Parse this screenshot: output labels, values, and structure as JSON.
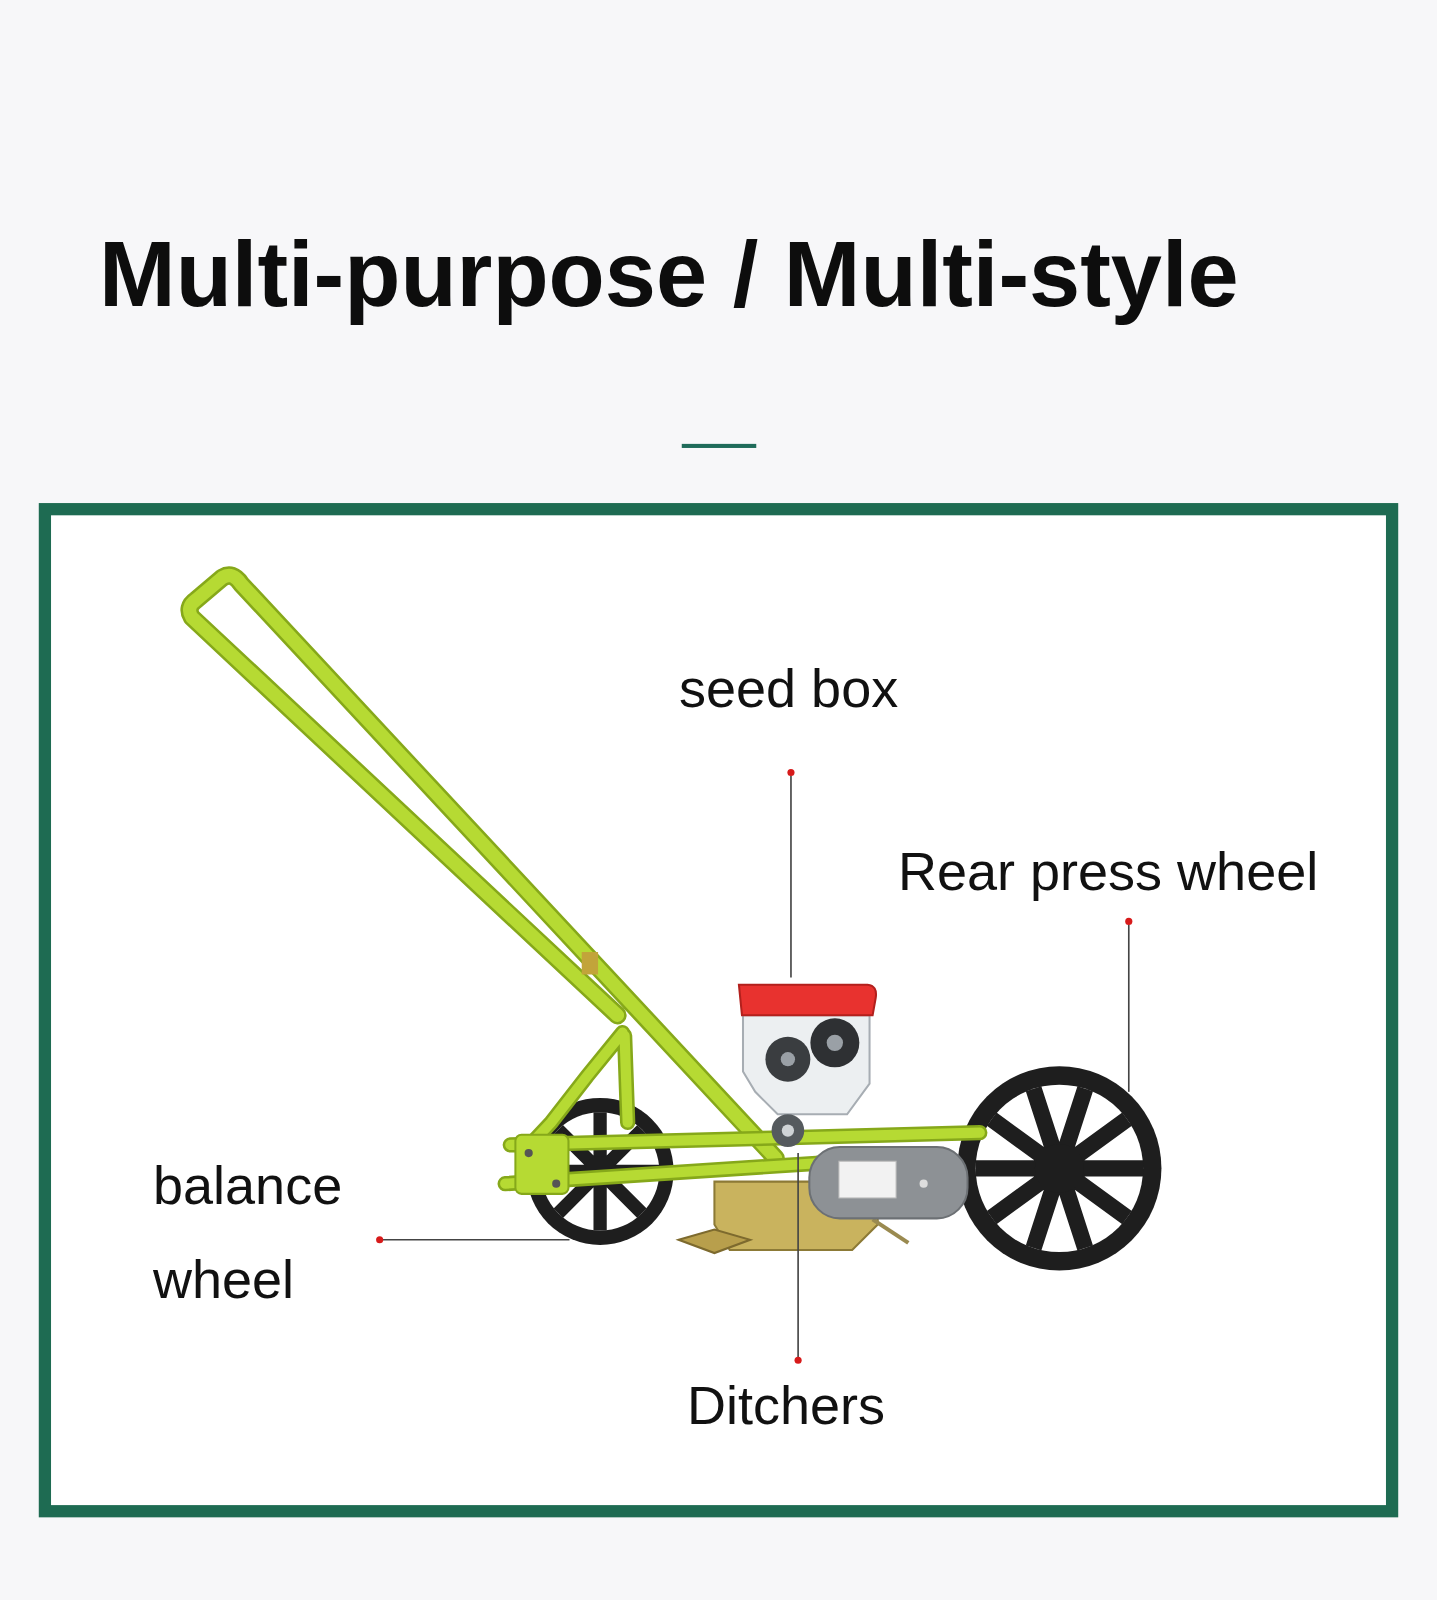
{
  "diagram": {
    "title": "Multi-purpose / Multi-style",
    "labels": [
      "seed box",
      "Rear press wheel",
      "balance wheel",
      "Ditchers"
    ]
  }
}
